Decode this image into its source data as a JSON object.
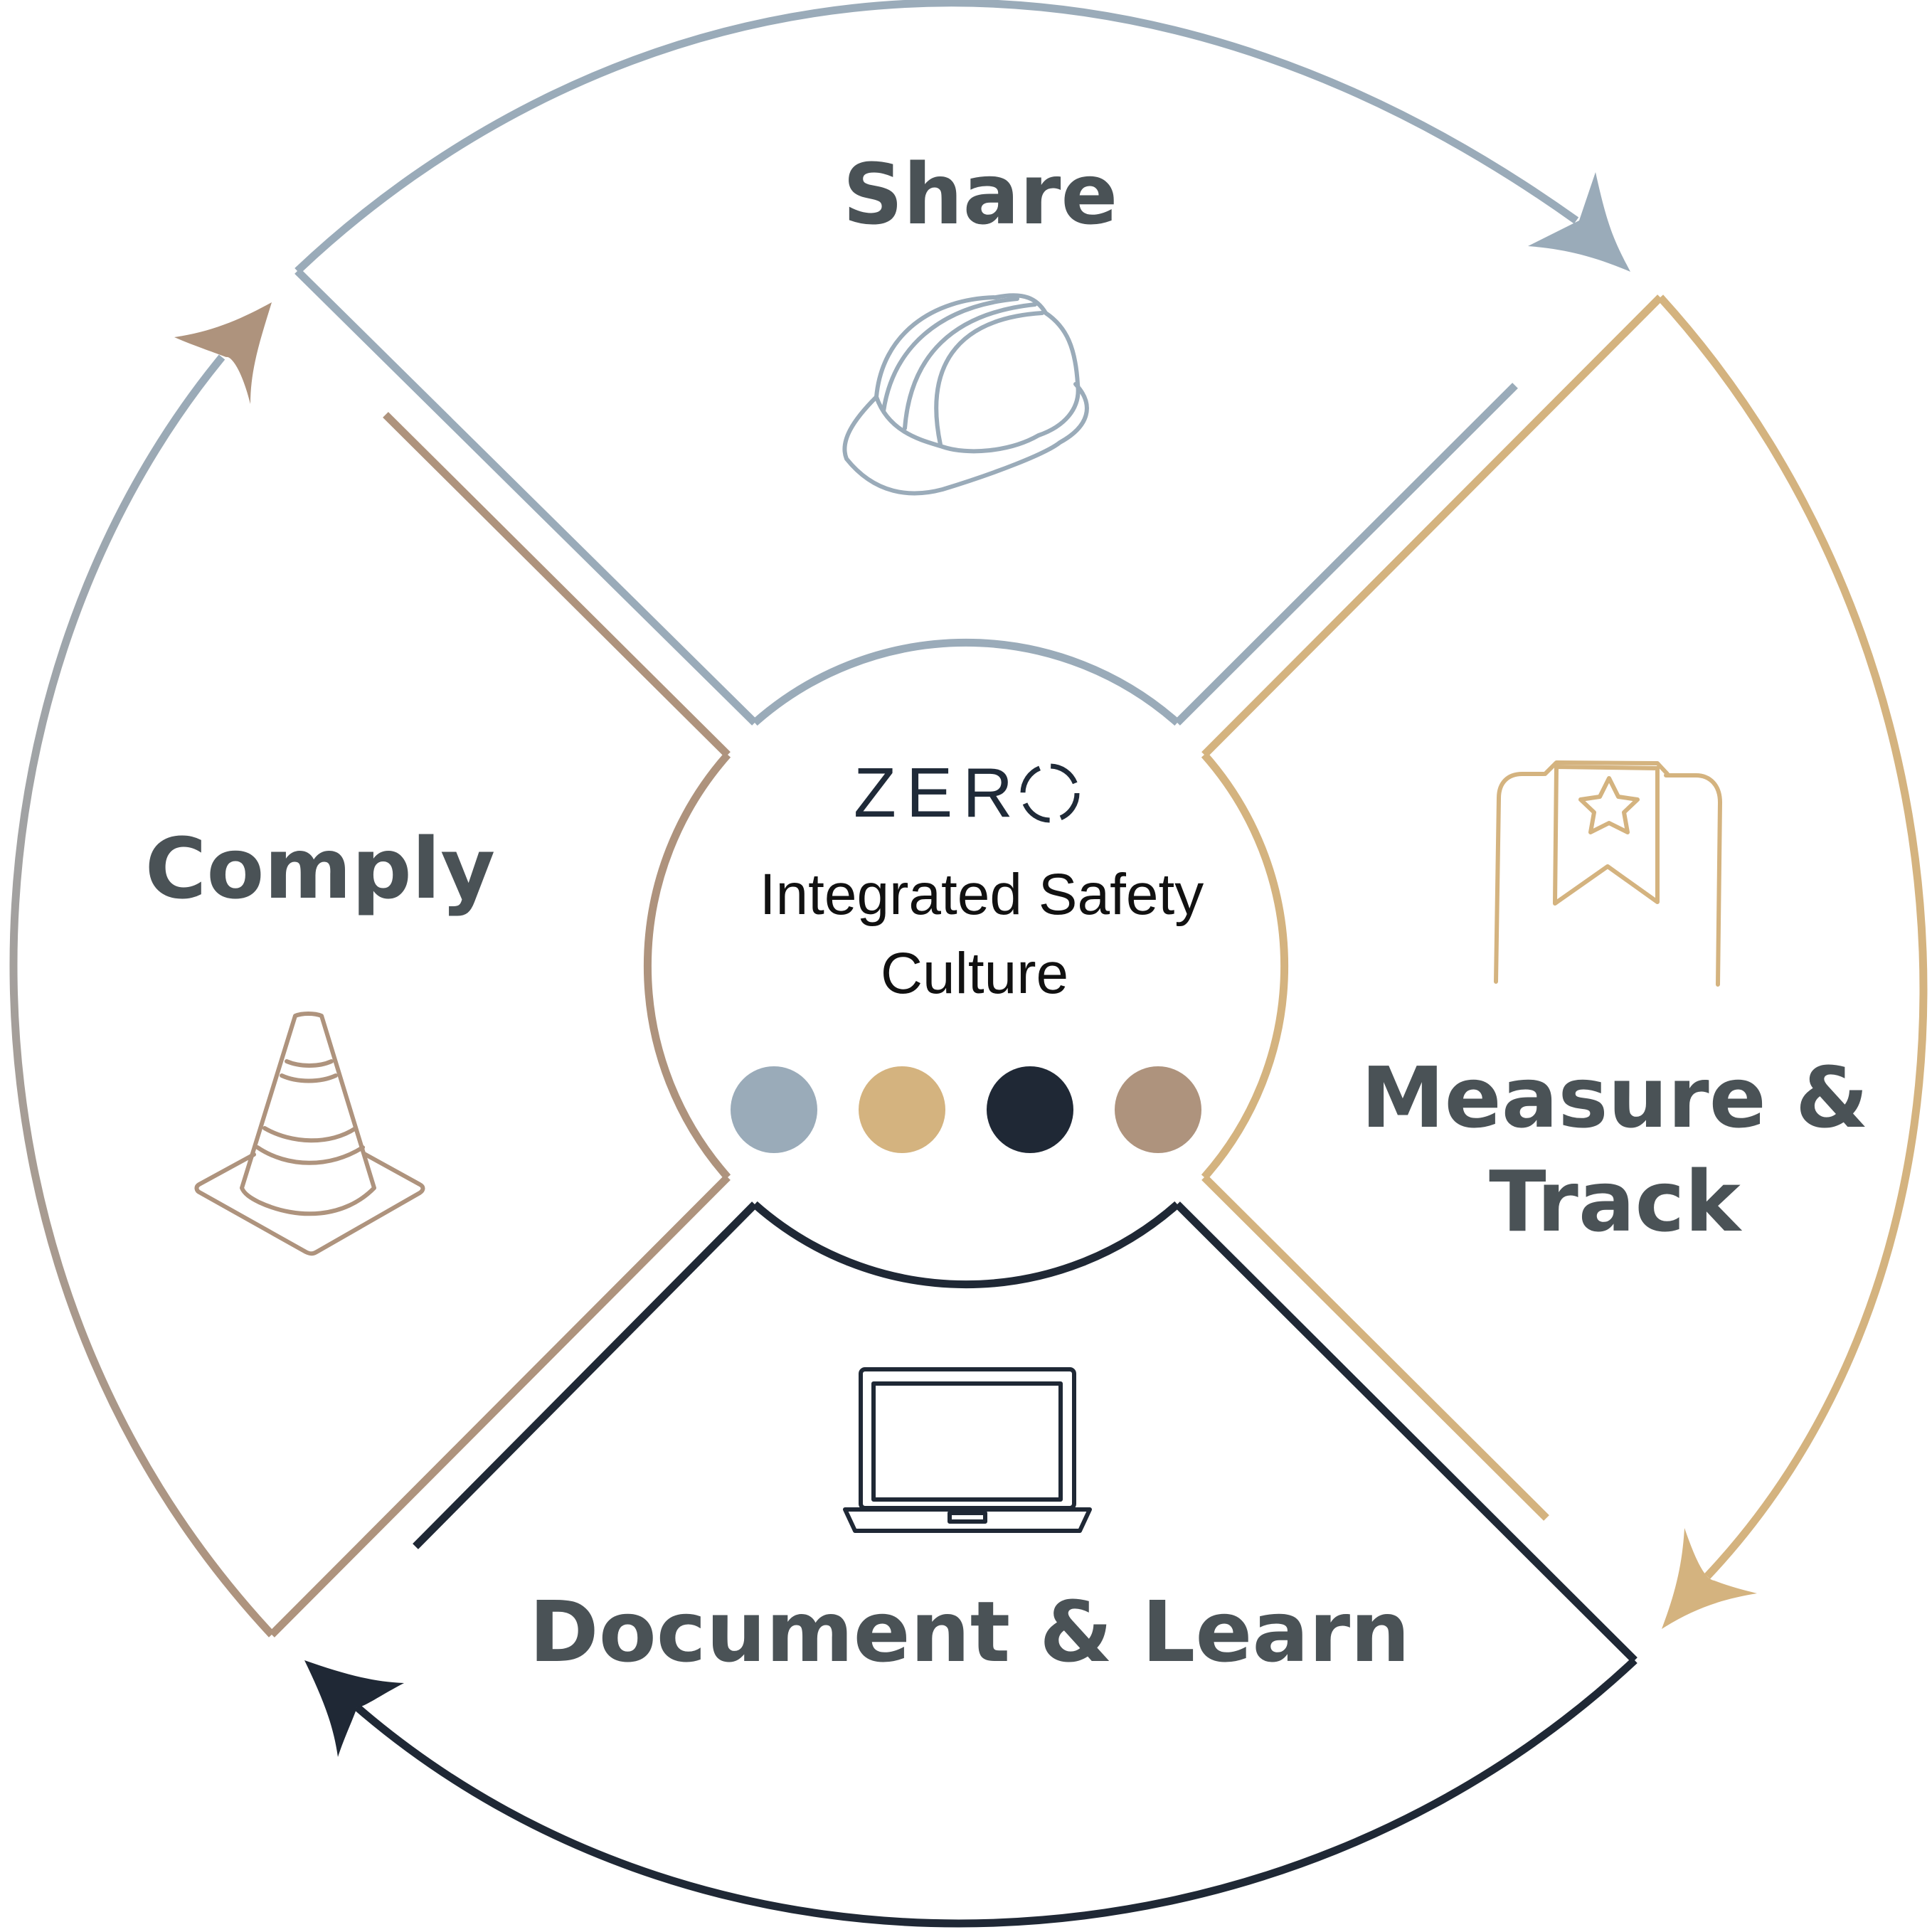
{
  "center": {
    "logo_text": "ZER",
    "subtitle_line1": "Integrated Safety",
    "subtitle_line2": "Culture"
  },
  "segments": [
    {
      "id": "share",
      "label_lines": [
        "Share"
      ],
      "color": "#9aabb9",
      "icon": "hard-hat-icon"
    },
    {
      "id": "measure",
      "label_lines": [
        "Measure &",
        "Track"
      ],
      "color": "#d4b37f",
      "icon": "ribbon-star-icon"
    },
    {
      "id": "document",
      "label_lines": [
        "Document & Learn"
      ],
      "color": "#1f2835",
      "icon": "laptop-icon"
    },
    {
      "id": "comply",
      "label_lines": [
        "Comply"
      ],
      "color": "#ae937d",
      "icon": "traffic-cone-icon"
    }
  ],
  "dots": [
    "#9aabb9",
    "#d4b37f",
    "#1f2835",
    "#ae937d"
  ],
  "gradient": [
    "#9aabb9",
    "#ae937d"
  ]
}
